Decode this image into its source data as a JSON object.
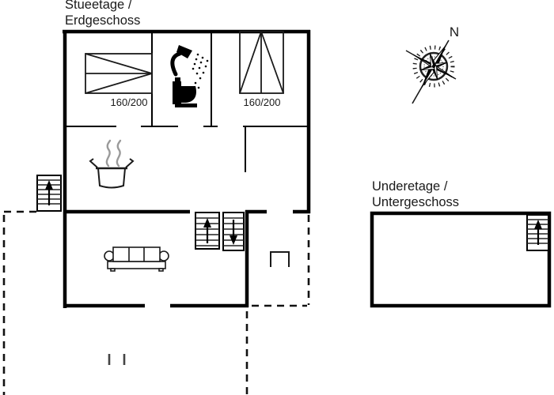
{
  "page": {
    "background": "#ffffff"
  },
  "ground_floor": {
    "title_line1": "Stueetage /",
    "title_line2": "Erdgeschoss",
    "bed_left_label": "160/200",
    "bed_right_label": "160/200"
  },
  "basement": {
    "title_line1": "Underetage /",
    "title_line2": "Untergeschoss"
  },
  "compass": {
    "north_label": "N"
  },
  "colors": {
    "line": "#000000",
    "steam": "#9a9a9a"
  }
}
